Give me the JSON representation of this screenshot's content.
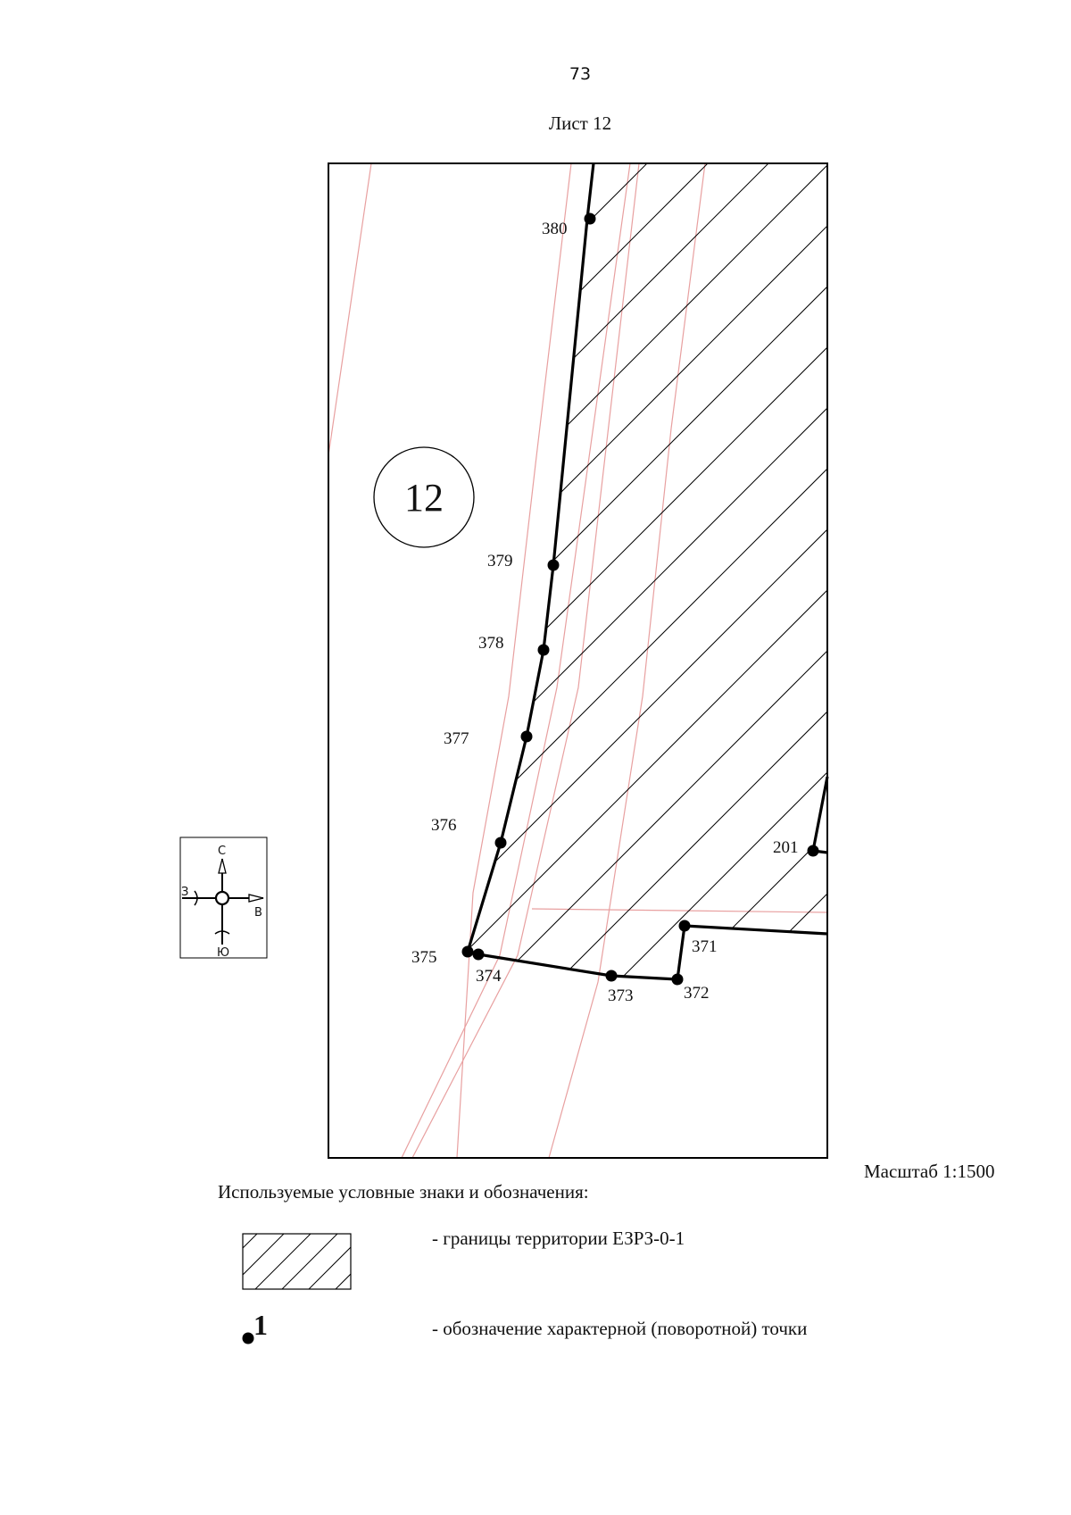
{
  "header": {
    "page_number": "73",
    "sheet_title": "Лист 12"
  },
  "map": {
    "zone_number": "12",
    "points": [
      {
        "id": "380",
        "label": "380"
      },
      {
        "id": "379",
        "label": "379"
      },
      {
        "id": "378",
        "label": "378"
      },
      {
        "id": "377",
        "label": "377"
      },
      {
        "id": "376",
        "label": "376"
      },
      {
        "id": "375",
        "label": "375"
      },
      {
        "id": "374",
        "label": "374"
      },
      {
        "id": "373",
        "label": "373"
      },
      {
        "id": "372",
        "label": "372"
      },
      {
        "id": "371",
        "label": "371"
      },
      {
        "id": "201",
        "label": "201"
      }
    ],
    "colors": {
      "boundary": "#000000",
      "cadastral_lines": "#e8a0a0",
      "hatch": "#000000"
    }
  },
  "compass": {
    "north": "С",
    "south": "Ю",
    "west": "З",
    "east": "В"
  },
  "scale": "Масштаб 1:1500",
  "legend": {
    "title": "Используемые условные знаки и обозначения:",
    "items": [
      {
        "symbol": "hatch-box",
        "text": "- границы территории ЕЗРЗ-0-1"
      },
      {
        "symbol": "point",
        "symbol_label": "1",
        "text": "- обозначение характерной (поворотной) точки"
      }
    ]
  }
}
